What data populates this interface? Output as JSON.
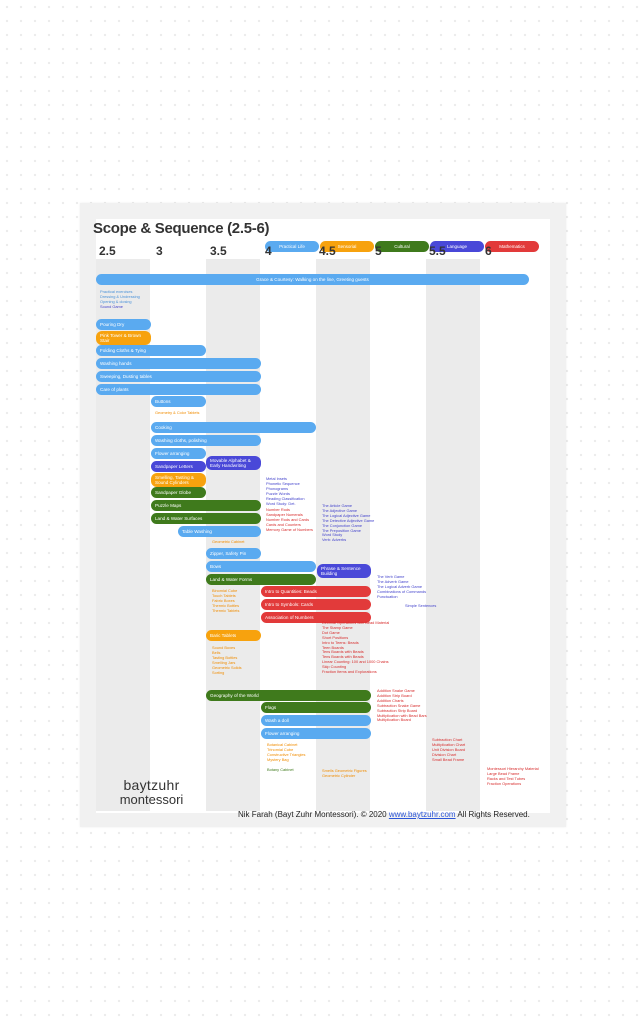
{
  "title": "Scope & Sequence (2.5-6)",
  "legend": [
    {
      "label": "Practical Life",
      "color": "#5aaaf0"
    },
    {
      "label": "Sensorial",
      "color": "#f7a20e"
    },
    {
      "label": "Cultural",
      "color": "#3f7a1c"
    },
    {
      "label": "Language",
      "color": "#4948d8"
    },
    {
      "label": "Mathematics",
      "color": "#e23a3a"
    }
  ],
  "age_ticks": [
    "2.5",
    "3",
    "3.5",
    "4",
    "4.5",
    "5",
    "5.5",
    "6"
  ],
  "bars": [
    {
      "label": "Grace & Courtesy: Walking on the line, Greeting guests",
      "cat": "blue"
    },
    {
      "label": "Pouring Dry",
      "cat": "blue"
    },
    {
      "label": "Pink Tower & Brown Stair",
      "cat": "orange"
    },
    {
      "label": "Folding Cloths & Tying",
      "cat": "blue"
    },
    {
      "label": "Washing hands",
      "cat": "blue"
    },
    {
      "label": "Sweeping, Dusting tables",
      "cat": "blue"
    },
    {
      "label": "Care of plants",
      "cat": "blue"
    },
    {
      "label": "Buttons",
      "cat": "blue"
    },
    {
      "label": "Cooking",
      "cat": "blue"
    },
    {
      "label": "Washing cloths, polishing",
      "cat": "blue"
    },
    {
      "label": "Flower arranging",
      "cat": "blue"
    },
    {
      "label": "Sandpaper Letters",
      "cat": "purple"
    },
    {
      "label": "Movable Alphabet & Early Handwriting",
      "cat": "purple"
    },
    {
      "label": "Smelling, Tasting & Sound Cylinders",
      "cat": "orange"
    },
    {
      "label": "Sandpaper Globe",
      "cat": "green"
    },
    {
      "label": "Puzzle Maps",
      "cat": "green"
    },
    {
      "label": "Land & Water Surfaces",
      "cat": "green"
    },
    {
      "label": "Table Washing",
      "cat": "blue"
    },
    {
      "label": "Zipper, Safety Pin",
      "cat": "blue"
    },
    {
      "label": "Bows",
      "cat": "blue"
    },
    {
      "label": "Land & Water Forms",
      "cat": "green"
    },
    {
      "label": "Phrase & Sentence Building",
      "cat": "purple"
    },
    {
      "label": "Intro to Quantities: Beads",
      "cat": "red"
    },
    {
      "label": "Intro to Symbols: Cards",
      "cat": "red"
    },
    {
      "label": "Association of Numbers",
      "cat": "red"
    },
    {
      "label": "Baric Tablets",
      "cat": "orange"
    },
    {
      "label": "Flags",
      "cat": "green"
    },
    {
      "label": "Wash a doll",
      "cat": "blue"
    },
    {
      "label": "Flower arranging",
      "cat": "blue"
    },
    {
      "label": "Geography of the World",
      "cat": "green"
    }
  ],
  "text_groups": [
    {
      "cat": "blue",
      "lines": [
        "Practical exercises",
        "Dressing & Undressing",
        "Opening & closing"
      ]
    },
    {
      "cat": "purple",
      "lines": [
        "Sound Game"
      ]
    },
    {
      "cat": "orange",
      "lines": [
        "Geometry & Color Tablets"
      ]
    },
    {
      "cat": "orange",
      "lines": [
        "Geometric Cabinet"
      ]
    },
    {
      "cat": "purple",
      "lines": [
        "Metal Insets",
        "Phonetic Sequence",
        "Phonograms",
        "Puzzle Words",
        "Reading Classification",
        "Word Study: Det."
      ]
    },
    {
      "cat": "red",
      "lines": [
        "Number Rods",
        "Sandpaper Numerals",
        "Number Rods and Cards",
        "Cards and Counters",
        "Memory Game of Numbers"
      ]
    },
    {
      "cat": "purple",
      "lines": [
        "The Article Game",
        "The Adjective Game",
        "The Logical Adjective Game",
        "The Detective Adjective Game",
        "The Conjunction Game",
        "The Preposition Game",
        "Word Study",
        "Verb: Adverbs"
      ]
    },
    {
      "cat": "purple",
      "lines": [
        "The Verb Game",
        "The Adverb Game",
        "The Logical Adverb Game",
        "Combinations of Commands",
        "Punctuation"
      ]
    },
    {
      "cat": "purple",
      "lines": [
        "Simple Sentences"
      ]
    },
    {
      "cat": "orange",
      "lines": [
        "Binomial Cube",
        "Touch Tablets",
        "Fabric Boxes",
        "Thermic Bottles",
        "Thermic Tablets"
      ]
    },
    {
      "cat": "red",
      "lines": [
        "Decimal Operations with Bead Material",
        "The Stamp Game",
        "Dot Game",
        "Short Positions",
        "Intro to Teens: Beads",
        "Teen Boards",
        "Tens Boards with Beads",
        "Tens Boards with Beads",
        "Linear Counting: 100 and 1000 Chains",
        "Skip Counting",
        "Fraction Items and Explorations"
      ]
    },
    {
      "cat": "orange",
      "lines": [
        "Sound Boxes",
        "Bells",
        "Tasting Bottles",
        "Smelling Jars",
        "Geometric Solids",
        "Sorting"
      ]
    },
    {
      "cat": "red",
      "lines": [
        "Addition Snake Game",
        "Addition Strip Board",
        "Addition Charts",
        "Subtraction Snake Game",
        "Subtraction Strip Board",
        "Multiplication with Bead Bars",
        "Multiplication Board"
      ]
    },
    {
      "cat": "red",
      "lines": [
        "Subtraction Chart",
        "Multiplication Chart",
        "Unit Division Board",
        "Division Chart",
        "Small Bead Frame"
      ]
    },
    {
      "cat": "red",
      "lines": [
        "Montessori Hierarchy Material",
        "Large Bead Frame",
        "Racks and Test Tubes",
        "Fraction Operations"
      ]
    },
    {
      "cat": "orange",
      "lines": [
        "Botanical Cabinet",
        "Trinomial Cube",
        "Constructive Triangles",
        "Mystery Bag"
      ]
    },
    {
      "cat": "green",
      "lines": [
        "Botany Cabinet"
      ]
    },
    {
      "cat": "orange",
      "lines": [
        "Smells Geometric Figures",
        "Geometric Cylinder"
      ]
    }
  ],
  "footer": {
    "text_before": "Nik Farah (Bayt Zuhr Montessori). © 2020",
    "link": "www.baytzuhr.com",
    "text_after": "All Rights Reserved."
  },
  "logo": {
    "line1": "baytzuhr",
    "line2": "montessori"
  }
}
